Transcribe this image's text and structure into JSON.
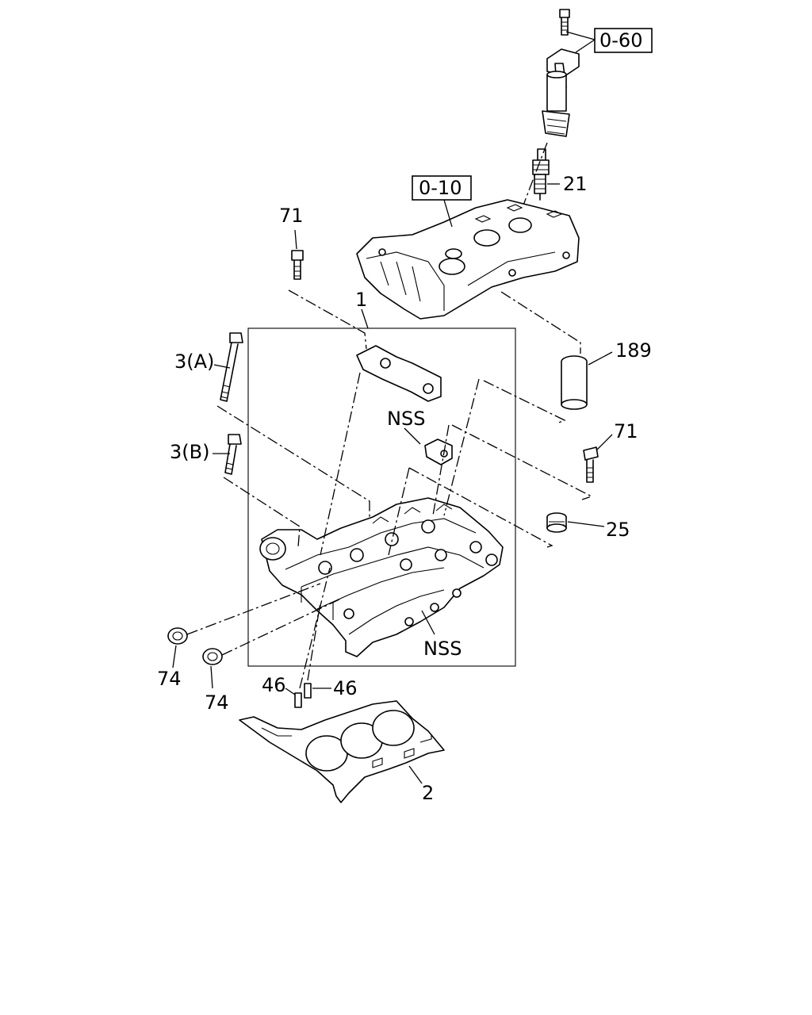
{
  "callouts": {
    "ref_0_60": "0-60",
    "ref_0_10": "0-10",
    "p21": "21",
    "p71_top": "71",
    "p1": "1",
    "p189": "189",
    "p3a": "3(A)",
    "nss_top": "NSS",
    "p71_right": "71",
    "p3b": "3(B)",
    "p25": "25",
    "nss_bottom": "NSS",
    "p74_left": "74",
    "p74_right": "74",
    "p46_left": "46",
    "p46_right": "46",
    "p2": "2"
  }
}
